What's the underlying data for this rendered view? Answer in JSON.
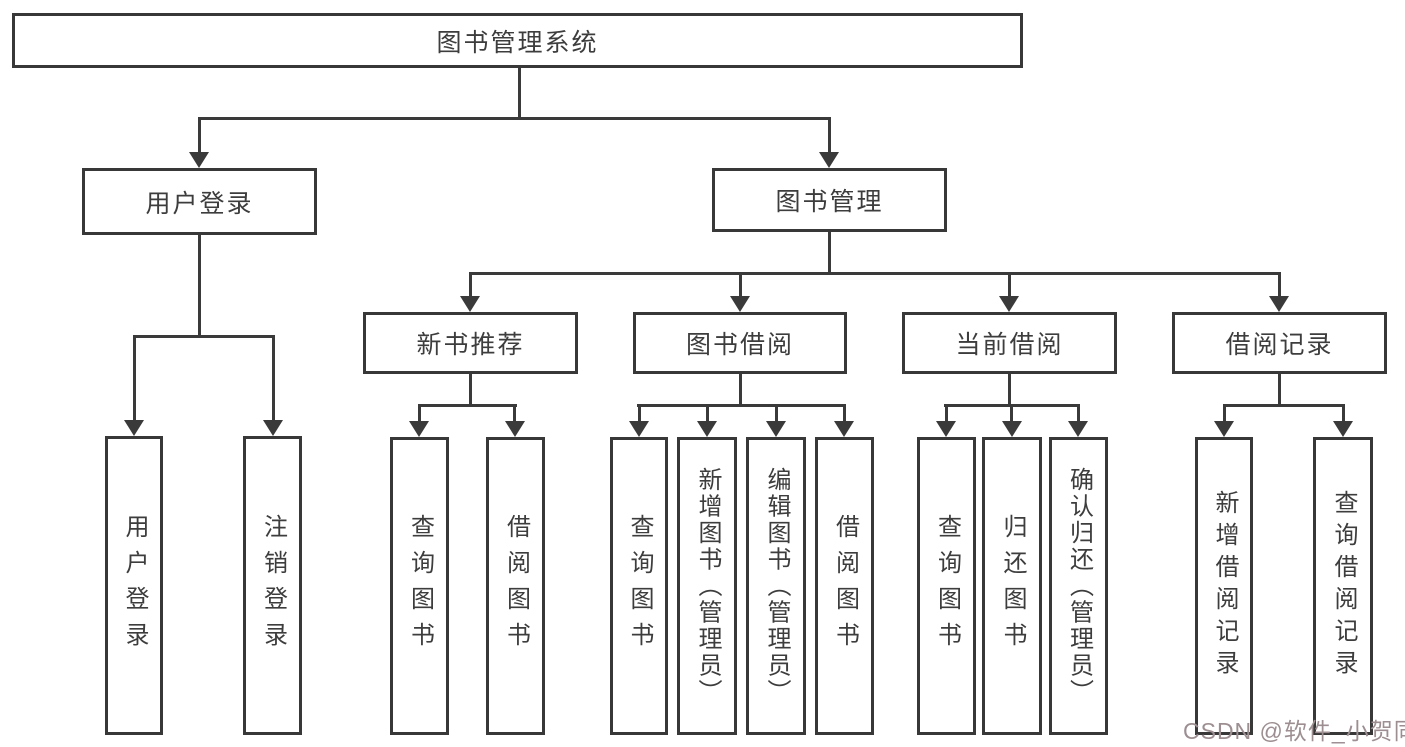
{
  "diagram_title": "图书管理系统",
  "tree": {
    "root": {
      "label": "图书管理系统"
    },
    "branches": [
      {
        "label": "用户登录",
        "leaves": [
          {
            "label": "用户登录"
          },
          {
            "label": "注销登录"
          }
        ]
      },
      {
        "label": "图书管理",
        "groups": [
          {
            "label": "新书推荐",
            "leaves": [
              {
                "label": "查询图书"
              },
              {
                "label": "借阅图书"
              }
            ]
          },
          {
            "label": "图书借阅",
            "leaves": [
              {
                "label": "查询图书"
              },
              {
                "label": "新增图书（管理员）"
              },
              {
                "label": "编辑图书（管理员）"
              },
              {
                "label": "借阅图书"
              }
            ]
          },
          {
            "label": "当前借阅",
            "leaves": [
              {
                "label": "查询图书"
              },
              {
                "label": "归还图书"
              },
              {
                "label": "确认归还（管理员）"
              }
            ]
          },
          {
            "label": "借阅记录",
            "leaves": [
              {
                "label": "新增借阅记录"
              },
              {
                "label": "查询借阅记录"
              }
            ]
          }
        ]
      }
    ]
  },
  "watermark": {
    "text": "CSDN @软件_小贺同学",
    "color": "#9c8e91"
  },
  "colors": {
    "background": "#ffffff",
    "line": "#3a3a3a",
    "box_border": "#383838",
    "text": "#3d3d3d"
  }
}
